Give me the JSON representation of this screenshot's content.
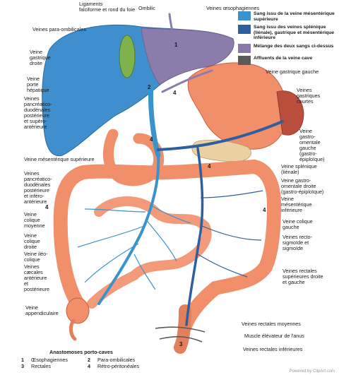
{
  "labels": [
    {
      "id": "ligaments",
      "text": "Ligaments\nfalciforme et rond du foie"
    },
    {
      "id": "ombilic",
      "text": "Ombilic"
    },
    {
      "id": "veines-oesophagiennes",
      "text": "Veines œsophagiennes"
    },
    {
      "id": "veines-para-ombilicales",
      "text": "Veines para-ombilicales"
    },
    {
      "id": "veine-gastrique-droite",
      "text": "Veine\ngastrique\ndroite"
    },
    {
      "id": "veine-porte",
      "text": "Veine\nporte\nhépatique"
    },
    {
      "id": "pancreatico-duodenales-post-sup",
      "text": "Veines\npancréatico-\nduodénales\npostérieure\net supéro-\nantérieure"
    },
    {
      "id": "veine-gastrique-gauche",
      "text": "Veine gastrique gauche"
    },
    {
      "id": "veines-gastriques-courtes",
      "text": "Veines\ngastriques\ncourtes"
    },
    {
      "id": "veine-gastro-omentale-gauche",
      "text": "Veine\ngastro-\nomentale\ngauche\n(gastro-\népiploïque)"
    },
    {
      "id": "veine-mesenterique-superieure",
      "text": "Veine mésentérique supérieure"
    },
    {
      "id": "veine-splenique",
      "text": "Veine splénique\n(liénale)"
    },
    {
      "id": "veine-gastro-omentale-droite",
      "text": "Veine gastro-\nomentale droite\n(gastro-épiploïque)"
    },
    {
      "id": "pancreatico-duodenales-post-inf",
      "text": "Veines\npancréatico-\nduodénales\npostérieure\net inféro-\nantérieure"
    },
    {
      "id": "veine-mesenterique-inferieure",
      "text": "Veine\nmésentérique\ninférieure"
    },
    {
      "id": "veine-colique-moyenne",
      "text": "Veine\ncolique\nmoyenne"
    },
    {
      "id": "veine-colique-gauche",
      "text": "Veine colique\ngauche"
    },
    {
      "id": "veine-colique-droite",
      "text": "Veine\ncolique\ndroite"
    },
    {
      "id": "veines-recto-sigmoide",
      "text": "Veines recto-\nsigmoïde et\nsigmoïde"
    },
    {
      "id": "veine-ileo-colique",
      "text": "Veine iléo-\ncolique"
    },
    {
      "id": "veines-caecales",
      "text": "Veines\ncæcales\nantérieure\net\npostérieure"
    },
    {
      "id": "veines-rectales-superieures",
      "text": "Veines rectales\nsupérieures droite\net gauche"
    },
    {
      "id": "veine-appendiculaire",
      "text": "Veine\nappendiculaire"
    },
    {
      "id": "veines-rectales-moyennes",
      "text": "Veines rectales moyennes"
    },
    {
      "id": "muscle-elevateur",
      "text": "Muscle élévateur de l'anus"
    },
    {
      "id": "veines-rectales-inferieures",
      "text": "Veines rectales inférieures"
    }
  ],
  "legend": [
    {
      "text": "Sang issu de la veine mésentérique supérieure",
      "color": "#3a93cc"
    },
    {
      "text": "Sang issu des veines splénique (liénale), gastrique et mésentérique inférieure",
      "color": "#2f5f9e"
    },
    {
      "text": "Mélange des deux sangs ci-dessus",
      "color": "#8a78a8"
    },
    {
      "text": "Affluents de la veine cave",
      "color": "#5a5a5a"
    }
  ],
  "markers": [
    "1",
    "2",
    "3",
    "4"
  ],
  "key": {
    "title": "Anastomoses porto-caves",
    "items": [
      {
        "num": "1",
        "text": "Œsophagiennes"
      },
      {
        "num": "2",
        "text": "Para-ombilicales"
      },
      {
        "num": "3",
        "text": "Rectales"
      },
      {
        "num": "4",
        "text": "Rétro-péritonéales"
      }
    ]
  },
  "watermark": "Powered by ClipArt.com"
}
